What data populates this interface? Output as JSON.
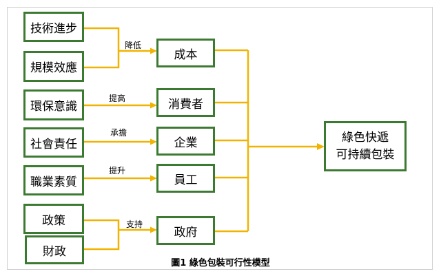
{
  "colors": {
    "box_border": "#3c7a32",
    "connector": "#f0b400",
    "frame": "#cfcfcf"
  },
  "factors": {
    "tech_progress": "技術進步",
    "scale_effect": "規模效應",
    "env_awareness": "環保意識",
    "social_responsibility": "社會責任",
    "staff_quality": "職業素質",
    "policy": "政策",
    "finance": "財政"
  },
  "actors": {
    "cost": "成本",
    "consumer": "消費者",
    "enterprise": "企業",
    "staff": "員工",
    "government": "政府"
  },
  "edge_labels": {
    "lower": "降低",
    "raise": "提高",
    "undertake": "承擔",
    "improve": "提升",
    "support": "支持"
  },
  "goal": {
    "line1": "綠色快遞",
    "line2": "可持續包裝"
  },
  "caption": "圖1 綠色包裝可行性模型"
}
